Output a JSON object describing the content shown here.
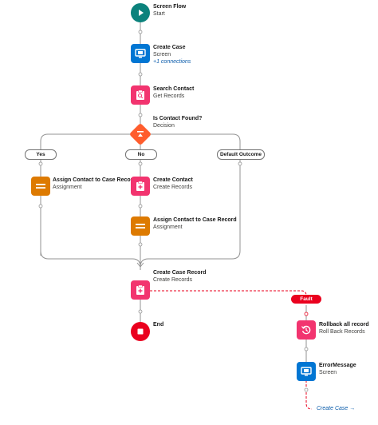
{
  "flow": {
    "start": {
      "title": "Screen Flow",
      "subtitle": "Start"
    },
    "create_case": {
      "title": "Create Case",
      "subtitle": "Screen",
      "extra": "+1 connections"
    },
    "search_contact": {
      "title": "Search Contact",
      "subtitle": "Get Records"
    },
    "decision": {
      "title": "Is Contact Found?",
      "subtitle": "Decision"
    },
    "branches": {
      "yes": "Yes",
      "no": "No",
      "default": "Default Outcome"
    },
    "assign_yes": {
      "title": "Assign Contact to Case Record",
      "subtitle": "Assignment"
    },
    "create_contact": {
      "title": "Create Contact",
      "subtitle": "Create Records"
    },
    "assign_no": {
      "title": "Assign Contact to Case Record",
      "subtitle": "Assignment"
    },
    "create_case_record": {
      "title": "Create Case Record",
      "subtitle": "Create Records"
    },
    "end": {
      "title": "End"
    },
    "fault_label": "Fault",
    "rollback": {
      "title": "Rollback all record",
      "subtitle": "Roll Back Records"
    },
    "error_message": {
      "title": "ErrorMessage",
      "subtitle": "Screen"
    },
    "goto_link": "Create Case →"
  },
  "colors": {
    "start": "#0b827c",
    "screen": "#0176d3",
    "records": "#f2346f",
    "decision": "#ff5d2d",
    "assignment": "#dd7a01",
    "end": "#ea001e",
    "fault": "#ea001e",
    "connector": "#939393"
  }
}
